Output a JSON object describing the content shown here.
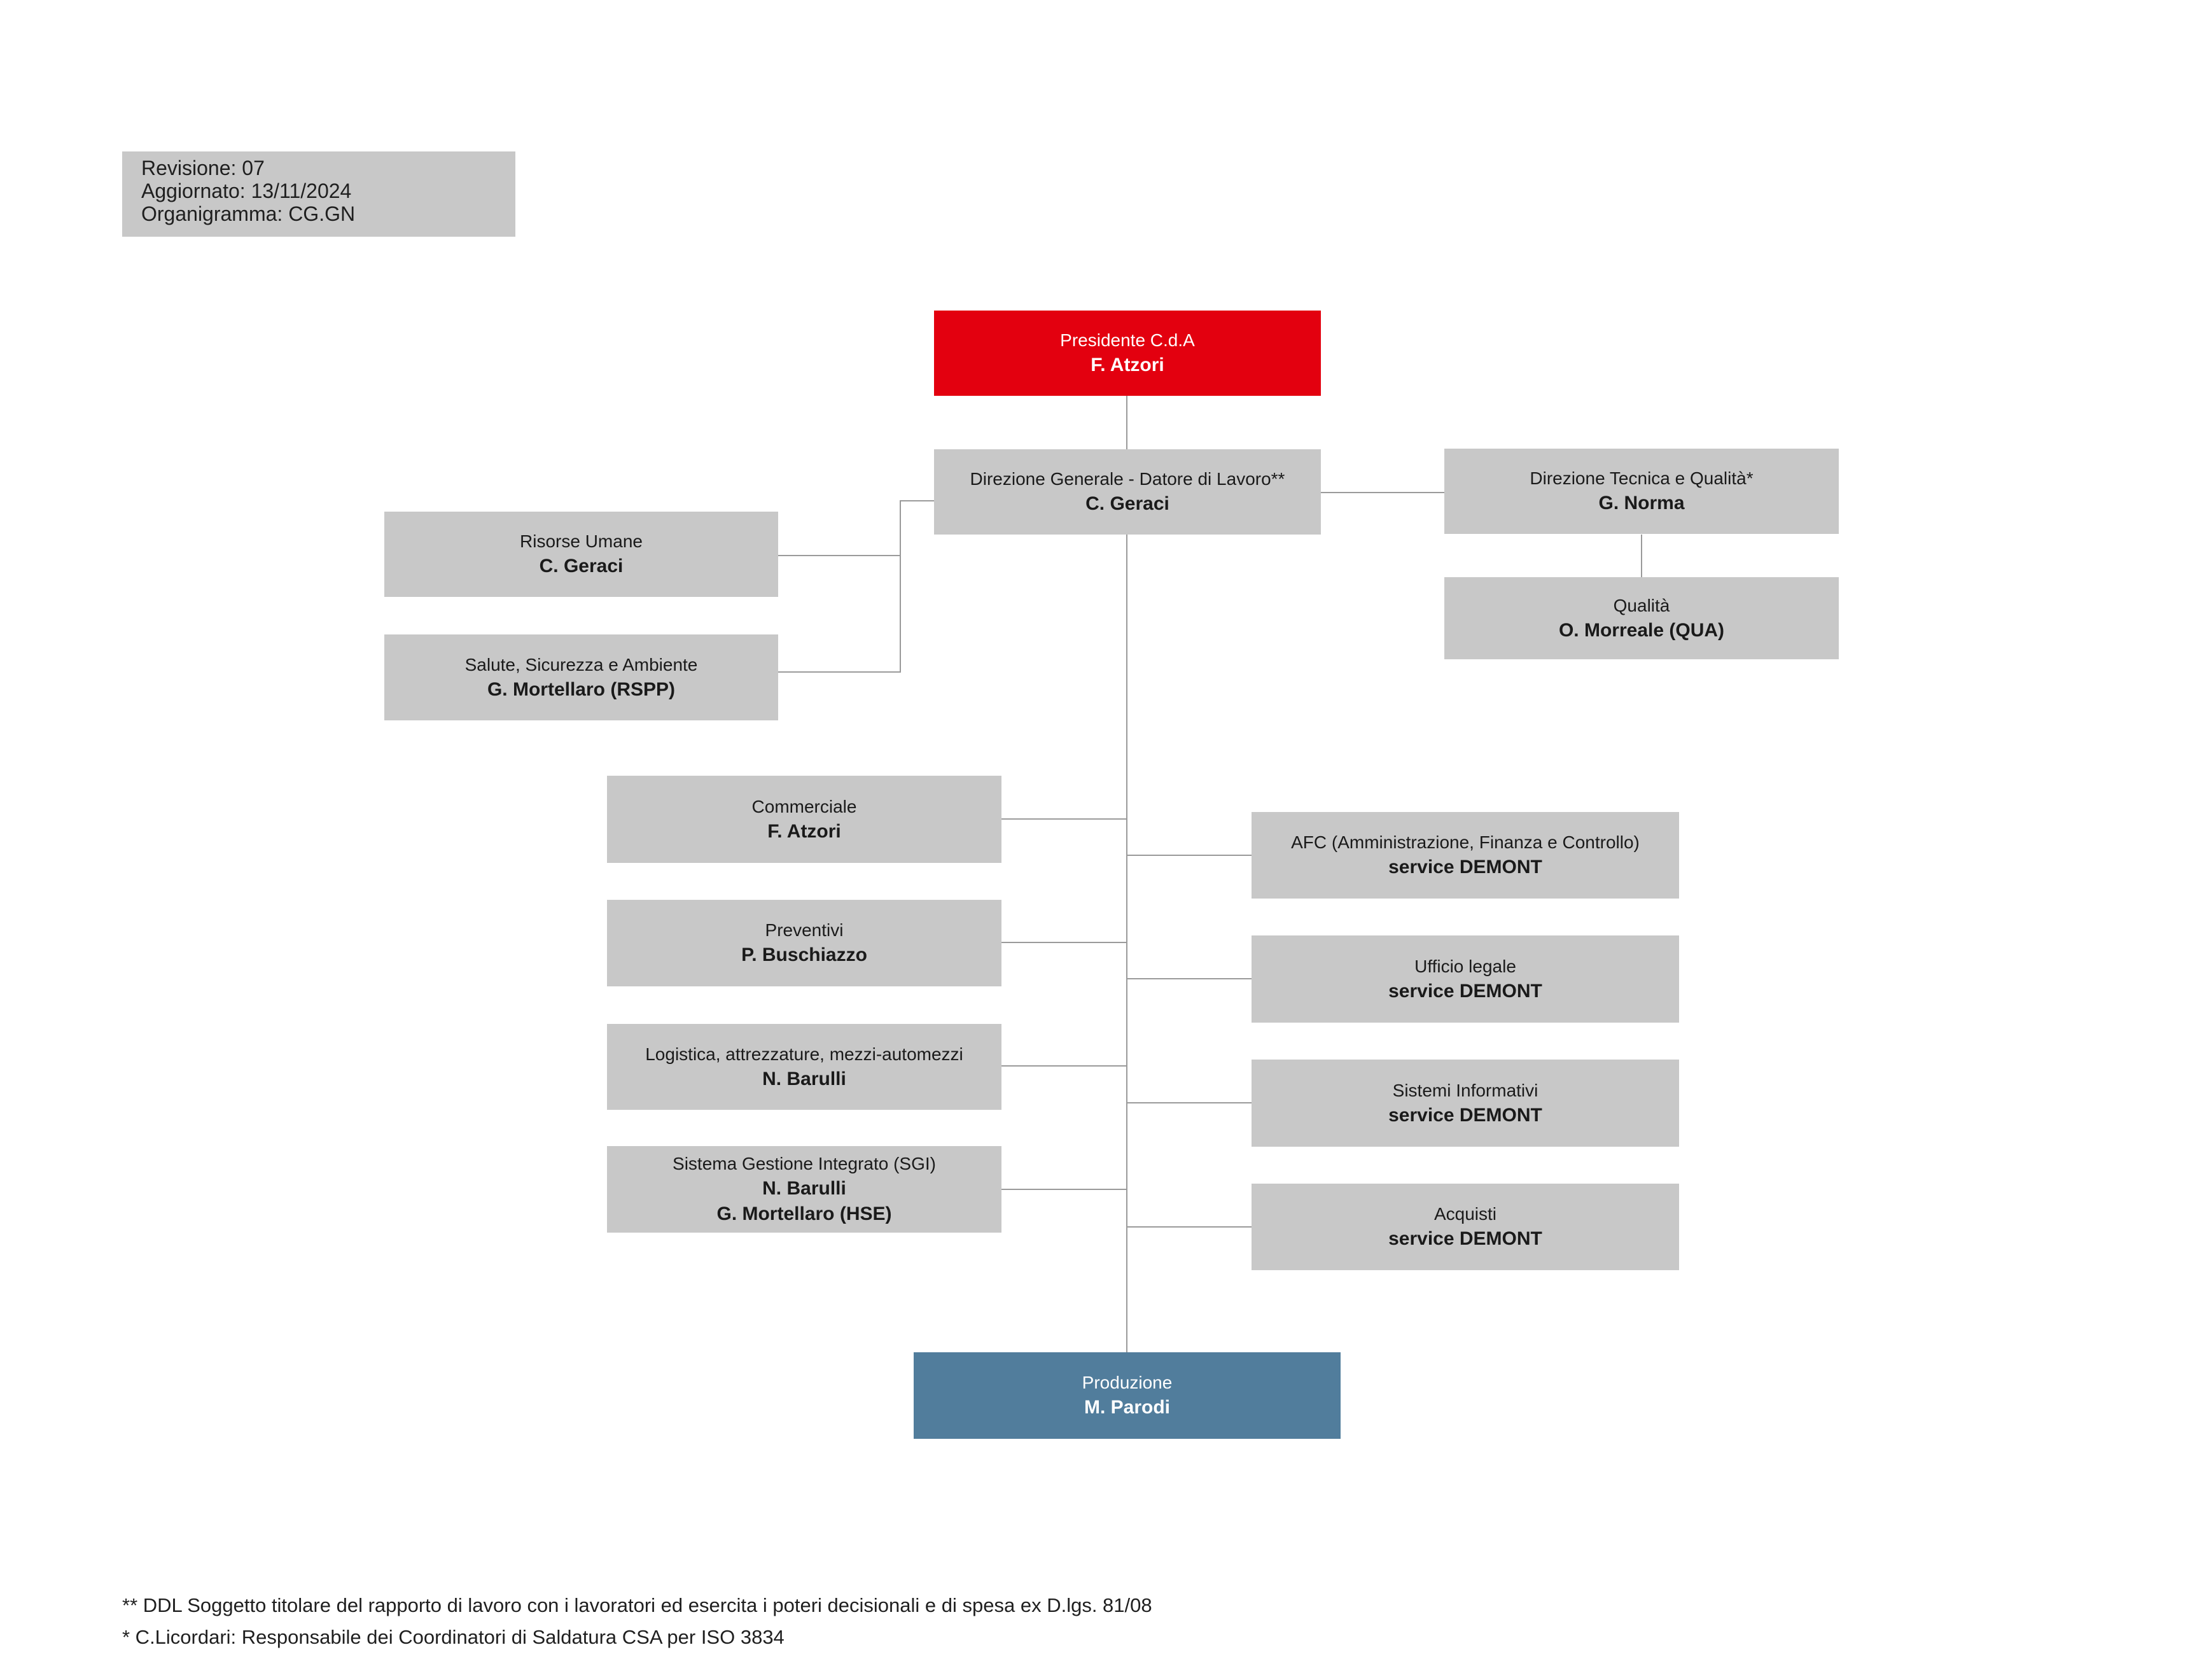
{
  "info": {
    "revision": "Revisione: 07",
    "updated": "Aggiornato: 13/11/2024",
    "chart_id": "Organigramma: CG.GN"
  },
  "boxes": {
    "president": {
      "role": "Presidente C.d.A",
      "name": "F. Atzori"
    },
    "general_direction": {
      "role": "Direzione Generale - Datore di Lavoro**",
      "name": "C. Geraci"
    },
    "technical_direction": {
      "role": "Direzione Tecnica e Qualità*",
      "name": "G. Norma"
    },
    "quality": {
      "role": "Qualità",
      "name": "O. Morreale (QUA)"
    },
    "hr": {
      "role": "Risorse Umane",
      "name": "C. Geraci"
    },
    "hse": {
      "role": "Salute, Sicurezza e Ambiente",
      "name": "G. Mortellaro (RSPP)"
    },
    "commercial": {
      "role": "Commerciale",
      "name": "F. Atzori"
    },
    "estimates": {
      "role": "Preventivi",
      "name": "P. Buschiazzo"
    },
    "logistics": {
      "role": "Logistica, attrezzature, mezzi-automezzi",
      "name": "N. Barulli"
    },
    "sgi": {
      "role": "Sistema Gestione Integrato (SGI)",
      "name": "N. Barulli",
      "name2": "G. Mortellaro (HSE)"
    },
    "afc": {
      "role": "AFC (Amministrazione, Finanza e Controllo)",
      "name": "service DEMONT"
    },
    "legal": {
      "role": "Ufficio legale",
      "name": "service DEMONT"
    },
    "it": {
      "role": "Sistemi Informativi",
      "name": "service DEMONT"
    },
    "purchasing": {
      "role": "Acquisti",
      "name": "service DEMONT"
    },
    "production": {
      "role": "Produzione",
      "name": "M. Parodi"
    }
  },
  "colors": {
    "box_gray": "#c8c8c8",
    "president_red": "#e3000f",
    "production_blue": "#517d9c",
    "connector": "#9a9a9a"
  },
  "footnotes": {
    "note1": "** DDL Soggetto titolare del rapporto di lavoro con i lavoratori ed esercita i poteri decisionali e di spesa ex D.lgs. 81/08",
    "note2": "* C.Licordari: Responsabile dei Coordinatori di Saldatura CSA per ISO 3834"
  }
}
